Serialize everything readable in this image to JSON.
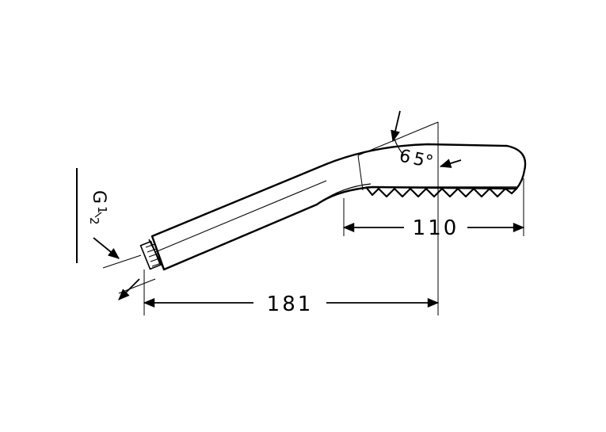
{
  "drawing": {
    "thread": {
      "letter": "G",
      "numerator": "1",
      "denominator": "2"
    },
    "angle": {
      "value": "65",
      "unit": "°"
    },
    "dimensions": {
      "spray_face_width": "110",
      "overall_length": "181"
    },
    "colors": {
      "line": "#000000",
      "background": "#ffffff"
    }
  }
}
